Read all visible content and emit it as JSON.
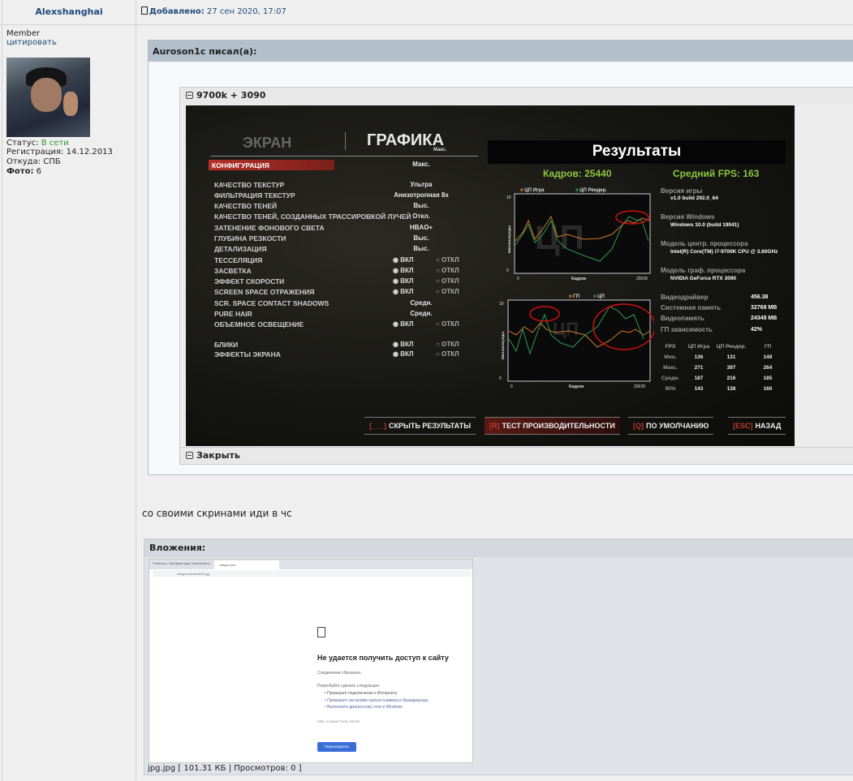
{
  "post": {
    "author": "Alexshanghai",
    "added_label": "Добавлено:",
    "added_date": "27 сен 2020, 17:07",
    "message": "со своими скринами иди в чс"
  },
  "user": {
    "rank": "Member",
    "quote_link": "цитировать",
    "status_label": "Статус:",
    "status_value": "В сети",
    "reg": "Регистрация: 14.12.2013",
    "from": "Откуда: СПБ",
    "photo_label": "Фото:",
    "photo_value": "6"
  },
  "quote": {
    "header": "Auroson1c писал(а):",
    "spoiler_title": "9700k + 3090",
    "spoiler_close": "Закрыть"
  },
  "game": {
    "tab_screen": "ЭКРАН",
    "tab_graphics": "ГРАФИКА",
    "preset_small": "Макс.",
    "config_label": "КОНФИГУРАЦИЯ",
    "config_value": "Макс.",
    "settings": [
      {
        "label": "КАЧЕСТВО ТЕКСТУР",
        "value": "Ультра"
      },
      {
        "label": "ФИЛЬТРАЦИЯ ТЕКСТУР",
        "value": "Анизотропная 8x"
      },
      {
        "label": "КАЧЕСТВО ТЕНЕЙ",
        "value": "Выс."
      },
      {
        "label": "КАЧЕСТВО ТЕНЕЙ, СОЗДАННЫХ ТРАССИРОВКОЙ ЛУЧЕЙ",
        "value": "Откл."
      },
      {
        "label": "ЗАТЕНЕНИЕ ФОНОВОГО СВЕТА",
        "value": "HBAO+"
      },
      {
        "label": "ГЛУБИНА РЕЗКОСТИ",
        "value": "Выс."
      },
      {
        "label": "ДЕТАЛИЗАЦИЯ",
        "value": "Выс."
      },
      {
        "label": "ТЕССЕЛЯЦИЯ",
        "on": "ВКЛ",
        "off": "ОТКЛ"
      },
      {
        "label": "ЗАСВЕТКА",
        "on": "ВКЛ",
        "off": "ОТКЛ"
      },
      {
        "label": "ЭФФЕКТ СКОРОСТИ",
        "on": "ВКЛ",
        "off": "ОТКЛ"
      },
      {
        "label": "SCREEN SPACE ОТРАЖЕНИЯ",
        "on": "ВКЛ",
        "off": "ОТКЛ"
      },
      {
        "label": "SCR. SPACE CONTACT SHADOWS",
        "value": "Средн."
      },
      {
        "label": "PURE HAIR",
        "value": "Средн."
      },
      {
        "label": "ОБЪЕМНОЕ ОСВЕЩЕНИЕ",
        "on": "ВКЛ",
        "off": "ОТКЛ"
      },
      {
        "label": "БЛИКИ",
        "on": "ВКЛ",
        "off": "ОТКЛ"
      },
      {
        "label": "ЭФФЕКТЫ ЭКРАНА",
        "on": "ВКЛ",
        "off": "ОТКЛ"
      }
    ],
    "results_title": "Результаты",
    "frames": "Кадров: 25440",
    "avg_fps": "Средний FPS: 163",
    "chart1": {
      "legend": [
        "ЦП Игра",
        "ЦП Рендер."
      ],
      "watermark": "ЦП",
      "ymax": "10",
      "ymin": "0",
      "xmin": "0",
      "xmax": "25639",
      "xlabel": "Кадров",
      "ylabel": "Миллисекунды"
    },
    "chart2": {
      "legend": [
        "ГП",
        "ЦП"
      ],
      "watermark": "ЦП ГП",
      "ymax": "10",
      "ymin": "0",
      "xmin": "0",
      "xmax": "25639",
      "xlabel": "Кадров",
      "ylabel": "Миллисекунды"
    },
    "info": [
      {
        "title": "Версия игры",
        "value": "v1.0 build 292.0_64"
      },
      {
        "title": "Версия Windows",
        "value": "Windows 10.0 (build 19041)"
      },
      {
        "title": "Модель центр. процессора",
        "value": "Intel(R) Core(TM) i7-9700K CPU @ 3.60GHz"
      },
      {
        "title": "Модель граф. процессора",
        "value": "NVIDIA GeForce RTX 3090"
      }
    ],
    "info2": [
      {
        "label": "Видеодрайвер",
        "value": "456.38"
      },
      {
        "label": "Системная память",
        "value": "32768 MB"
      },
      {
        "label": "Видеопамять",
        "value": "24348 MB"
      },
      {
        "label": "ГП зависимость",
        "value": "42%"
      }
    ],
    "fps_table": {
      "headers": [
        "FPS",
        "ЦП Игра",
        "ЦП Рендер.",
        "ГП"
      ],
      "rows": [
        [
          "Мин.",
          "136",
          "131",
          "149"
        ],
        [
          "Макс.",
          "271",
          "397",
          "264"
        ],
        [
          "Средн.",
          "187",
          "216",
          "185"
        ],
        [
          "95%",
          "143",
          "138",
          "160"
        ]
      ]
    },
    "buttons": [
      {
        "key": "[___]",
        "label": "СКРЫТЬ РЕЗУЛЬТАТЫ"
      },
      {
        "key": "[R]",
        "label": "ТЕСТ ПРОИЗВОДИТЕЛЬНОСТИ"
      },
      {
        "key": "[Q]",
        "label": "ПО УМОЛЧАНИЮ"
      },
      {
        "key": "[ESC]",
        "label": "НАЗАД"
      }
    ]
  },
  "attachments": {
    "header": "Вложения:",
    "caption": "jpg.jpg [ 101.31 КБ | Просмотров: 0 ]",
    "browser": {
      "tab1": "Ответить • Конференция Overclockers",
      "tab2": "cimgur.com",
      "url": "cimgur.com/ww9J1.jpg",
      "error_title": "Не удается получить доступ к сайту",
      "error_sub": "Соединение сброшено.",
      "try_label": "Попробуйте сделать следующее:",
      "tips": [
        "Проверьте подключение к Интернету.",
        "Проверьте настройки прокси-сервера и брандмауэра.",
        "Выполните диагностику сети в Windows"
      ],
      "code": "ERR_CONNECTION_RESET",
      "reload": "Перезагрузить"
    }
  },
  "colors": {
    "link": "#1f4a7a",
    "online": "#2e9a2e",
    "game_green": "#8cc63f",
    "game_red": "#b5302a",
    "reload_btn": "#3b6fd8"
  }
}
